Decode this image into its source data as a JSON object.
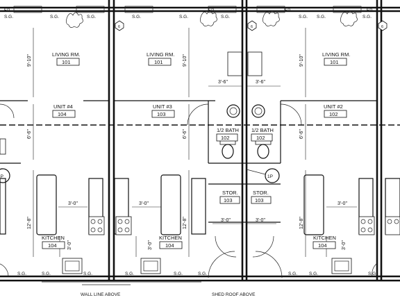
{
  "units": [
    {
      "id": "unit-4",
      "unit_label": "UNIT #4",
      "unit_num": "104",
      "living_label": "LIVING RM.",
      "living_num": "101",
      "kitchen_label": "KITCHEN",
      "kitchen_num": "104"
    },
    {
      "id": "unit-3",
      "unit_label": "UNIT #3",
      "unit_num": "103",
      "living_label": "LIVING RM.",
      "living_num": "101",
      "kitchen_label": "KITCHEN",
      "kitchen_num": "104",
      "bath_label": "1/2 BATH",
      "bath_num": "102",
      "stor_label": "STOR.",
      "stor_num": "103"
    },
    {
      "id": "unit-2",
      "unit_label": "UNIT #2",
      "unit_num": "102",
      "living_label": "LIVING RM.",
      "living_num": "101",
      "kitchen_label": "KITCHEN",
      "kitchen_num": "104",
      "bath_label": "1/2 BATH",
      "bath_num": "102",
      "stor_label": "STOR.",
      "stor_num": "103"
    }
  ],
  "dimensions": {
    "living_height": "9'-10\"",
    "mid_height": "6'-6\"",
    "lower_height": "12'-8\"",
    "bath_width": "3'-6\"",
    "counter": "3'-0\"",
    "sink_clear": "3'-0\""
  },
  "tags": {
    "sg": "S.G.",
    "fd": "F.D.",
    "key_six": "6",
    "panel": "1P"
  },
  "notes": {
    "wall_line": "WALL LINE ABOVE",
    "shed_roof": "SHED ROOF ABOVE"
  }
}
